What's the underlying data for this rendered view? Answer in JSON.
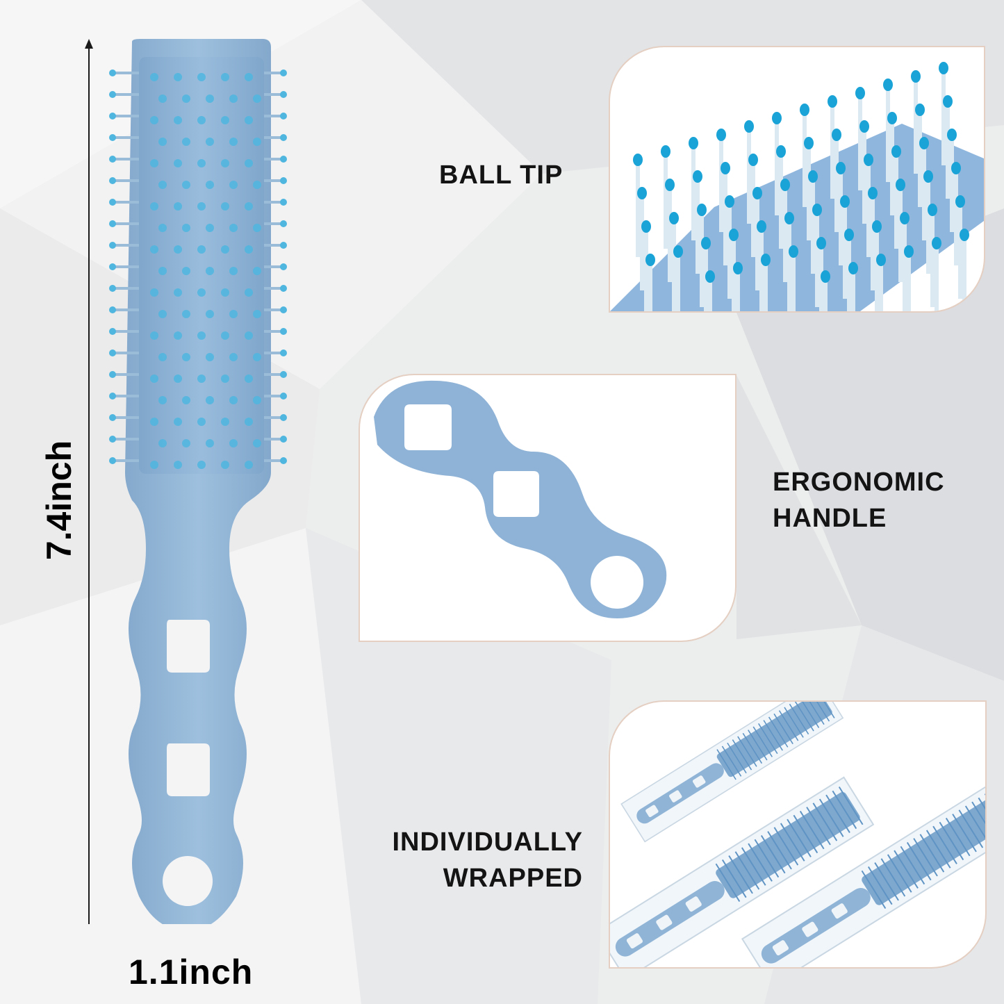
{
  "dimensions": {
    "height_label": "7.4inch",
    "width_label": "1.1inch"
  },
  "features": [
    {
      "lines": [
        "BALL TIP"
      ]
    },
    {
      "lines": [
        "ERGONOMIC",
        "HANDLE"
      ]
    },
    {
      "lines": [
        "INDIVIDUALLY",
        "WRAPPED"
      ]
    }
  ],
  "colors": {
    "brush_body": "#8fb4d6",
    "bristle_tip": "#4fb6df",
    "text": "#141414",
    "panel_border": "#e4cfc2"
  }
}
